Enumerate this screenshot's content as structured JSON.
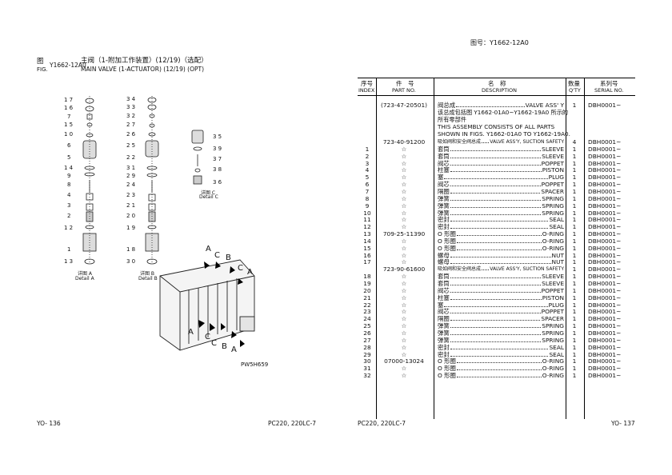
{
  "top_right_label": "图号：Y1662-12A0",
  "left_page": {
    "fig_prefix_cn": "图",
    "fig_prefix_en": "FIG.",
    "fig_number": "Y1662-12A0",
    "title_cn": "主阀（1-附加工作装置）(12/19)（选配）",
    "title_en": "MAIN VALVE (1-ACTUATOR) (12/19) (OPT)",
    "detail_a_cn": "详图 A",
    "detail_a_en": "Detail A",
    "detail_b_cn": "详图 B",
    "detail_b_en": "Detail B",
    "detail_c_cn": "详图 C",
    "detail_c_en": "Detail C",
    "drawing_code": "PW5H659",
    "footer_page": "YO- 136",
    "footer_model": "PC220, 220LC-7",
    "callouts_a": [
      "1 7",
      "1 6",
      "7",
      "1 5",
      "1 0",
      "6",
      "5",
      "1 4",
      "9",
      "8",
      "4",
      "3",
      "2",
      "1 2",
      "1",
      "1 3"
    ],
    "callouts_b": [
      "3 4",
      "3 3",
      "3 2",
      "2 7",
      "2 6",
      "2 5",
      "2 2",
      "3 1",
      "2 9",
      "2 4",
      "2 3",
      "2 1",
      "2 0",
      "1 9",
      "1 8",
      "3 0"
    ],
    "callouts_c": [
      "3 5",
      "3 9",
      "3 7",
      "3 8",
      "3 6"
    ],
    "view_letters": [
      "A",
      "C",
      "B",
      "A",
      "C",
      "A",
      "C",
      "C",
      "B",
      "A"
    ]
  },
  "right_page": {
    "headers": {
      "idx_cn": "序号",
      "idx_en": "INDEX",
      "part_cn": "件　号",
      "part_en": "PART NO.",
      "desc_cn": "名　称",
      "desc_en": "DESCRIPTION",
      "qty_cn": "数量",
      "qty_en": "Q'TY",
      "serial_cn": "系列号",
      "serial_en": "SERIAL NO."
    },
    "assembly_note": [
      "该总成包括图  Y1662-01A0~Y1662-19A0  所示的",
      "所有零部件",
      "THIS  ASSEMBLY  CONSISTS  OF  ALL  PARTS",
      "SHOWN IN FIGS. Y1662-01A0 TO Y1662-19A0."
    ],
    "rows": [
      {
        "idx": "",
        "part": "(723-47-20501)",
        "cn": "阀总成",
        "en": "VALVE ASS' Y",
        "qty": "1",
        "serial": "DBH0001~"
      },
      {
        "idx": "",
        "part": "723-40-91200",
        "cn": "吸如阀和安全阀总成",
        "en": "VALVE ASS'Y, SUCTION SAFETY",
        "qty": "4",
        "serial": "DBH0001~"
      },
      {
        "idx": "1",
        "part": "☆",
        "cn": "套筒",
        "en": "SLEEVE",
        "qty": "1",
        "serial": "DBH0001~"
      },
      {
        "idx": "2",
        "part": "☆",
        "cn": "套筒",
        "en": "SLEEVE",
        "qty": "1",
        "serial": "DBH0001~"
      },
      {
        "idx": "3",
        "part": "☆",
        "cn": "阀芯",
        "en": "POPPET",
        "qty": "1",
        "serial": "DBH0001~"
      },
      {
        "idx": "4",
        "part": "☆",
        "cn": "柱塞",
        "en": "PISTON",
        "qty": "1",
        "serial": "DBH0001~"
      },
      {
        "idx": "5",
        "part": "☆",
        "cn": "塞",
        "en": "PLUG",
        "qty": "1",
        "serial": "DBH0001~"
      },
      {
        "idx": "6",
        "part": "☆",
        "cn": "阀芯",
        "en": "POPPET",
        "qty": "1",
        "serial": "DBH0001~"
      },
      {
        "idx": "7",
        "part": "☆",
        "cn": "隔圈",
        "en": "SPACER",
        "qty": "1",
        "serial": "DBH0001~"
      },
      {
        "idx": "8",
        "part": "☆",
        "cn": "弹簧",
        "en": "SPRING",
        "qty": "1",
        "serial": "DBH0001~"
      },
      {
        "idx": "9",
        "part": "☆",
        "cn": "弹簧",
        "en": "SPRING",
        "qty": "1",
        "serial": "DBH0001~"
      },
      {
        "idx": "10",
        "part": "☆",
        "cn": "弹簧",
        "en": "SPRING",
        "qty": "1",
        "serial": "DBH0001~"
      },
      {
        "idx": "11",
        "part": "☆",
        "cn": "密封",
        "en": "SEAL",
        "qty": "1",
        "serial": "DBH0001~"
      },
      {
        "idx": "12",
        "part": "☆",
        "cn": "密封",
        "en": "SEAL",
        "qty": "1",
        "serial": "DBH0001~"
      },
      {
        "idx": "13",
        "part": "709-25-11390",
        "cn": "O 形圈",
        "en": "O-RING",
        "qty": "1",
        "serial": "DBH0001~"
      },
      {
        "idx": "14",
        "part": "☆",
        "cn": "O 形圈",
        "en": "O-RING",
        "qty": "1",
        "serial": "DBH0001~"
      },
      {
        "idx": "15",
        "part": "☆",
        "cn": "O 形圈",
        "en": "O-RING",
        "qty": "1",
        "serial": "DBH0001~"
      },
      {
        "idx": "16",
        "part": "☆",
        "cn": "螺母",
        "en": "NUT",
        "qty": "1",
        "serial": "DBH0001~"
      },
      {
        "idx": "17",
        "part": "☆",
        "cn": "螺母",
        "en": "NUT",
        "qty": "1",
        "serial": "DBH0001~"
      },
      {
        "idx": "",
        "part": "723-90-61600",
        "cn": "吸如阀和安全阀总成",
        "en": "VALVE ASS'Y, SUCTION SAFETY",
        "qty": "1",
        "serial": "DBH0001~"
      },
      {
        "idx": "18",
        "part": "☆",
        "cn": "套筒",
        "en": "SLEEVE",
        "qty": "1",
        "serial": "DBH0001~"
      },
      {
        "idx": "19",
        "part": "☆",
        "cn": "套筒",
        "en": "SLEEVE",
        "qty": "1",
        "serial": "DBH0001~"
      },
      {
        "idx": "20",
        "part": "☆",
        "cn": "阀芯",
        "en": "POPPET",
        "qty": "1",
        "serial": "DBH0001~"
      },
      {
        "idx": "21",
        "part": "☆",
        "cn": "柱塞",
        "en": "PISTON",
        "qty": "1",
        "serial": "DBH0001~"
      },
      {
        "idx": "22",
        "part": "☆",
        "cn": "塞",
        "en": "PLUG",
        "qty": "1",
        "serial": "DBH0001~"
      },
      {
        "idx": "23",
        "part": "☆",
        "cn": "阀芯",
        "en": "POPPET",
        "qty": "1",
        "serial": "DBH0001~"
      },
      {
        "idx": "24",
        "part": "☆",
        "cn": "隔圈",
        "en": "SPACER",
        "qty": "1",
        "serial": "DBH0001~"
      },
      {
        "idx": "25",
        "part": "☆",
        "cn": "弹簧",
        "en": "SPRING",
        "qty": "1",
        "serial": "DBH0001~"
      },
      {
        "idx": "26",
        "part": "☆",
        "cn": "弹簧",
        "en": "SPRING",
        "qty": "1",
        "serial": "DBH0001~"
      },
      {
        "idx": "27",
        "part": "☆",
        "cn": "弹簧",
        "en": "SPRING",
        "qty": "1",
        "serial": "DBH0001~"
      },
      {
        "idx": "28",
        "part": "☆",
        "cn": "密封",
        "en": "SEAL",
        "qty": "1",
        "serial": "DBH0001~"
      },
      {
        "idx": "29",
        "part": "☆",
        "cn": "密封",
        "en": "SEAL",
        "qty": "1",
        "serial": "DBH0001~"
      },
      {
        "idx": "30",
        "part": "07000-13024",
        "cn": "O 形圈",
        "en": "O-RING",
        "qty": "1",
        "serial": "DBH0001~"
      },
      {
        "idx": "31",
        "part": "☆",
        "cn": "O 形圈",
        "en": "O-RING",
        "qty": "1",
        "serial": "DBH0001~"
      },
      {
        "idx": "32",
        "part": "☆",
        "cn": "O 形圈",
        "en": "O-RING",
        "qty": "1",
        "serial": "DBH0001~"
      }
    ],
    "footer_model": "PC220, 220LC-7",
    "footer_page": "YO- 137"
  }
}
